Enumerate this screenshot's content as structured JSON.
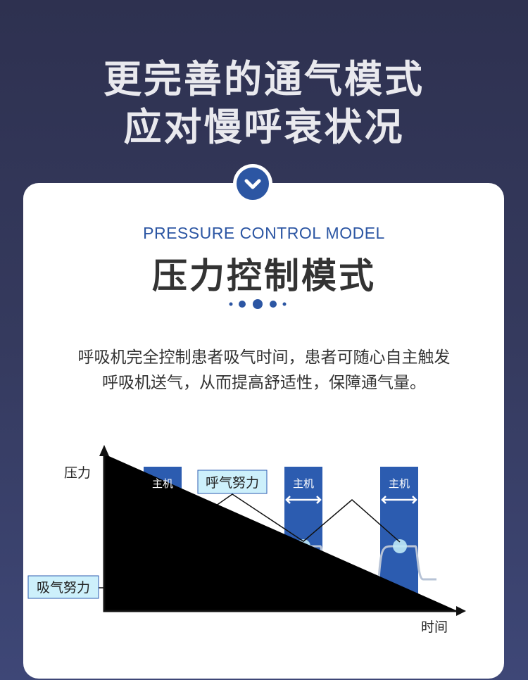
{
  "header": {
    "line1": "更完善的通气模式",
    "line2": "应对慢呼衰状况"
  },
  "badge_icon": "chevron-down-icon",
  "section": {
    "subtitle_en": "PRESSURE CONTROL MODEL",
    "title": "压力控制模式",
    "desc_line1": "呼吸机完全控制患者吸气时间，患者可随心自主触发",
    "desc_line2": "呼吸机送气，从而提高舒适性，保障通气量。"
  },
  "diagram": {
    "y_label": "压力",
    "x_label": "时间",
    "host_label": "主机",
    "exhale_label": "呼气努力",
    "inhale_label": "吸气努力",
    "colors": {
      "bar": "#2c5cb0",
      "label_bg": "#cdf0fb",
      "wave": "#b7c3d6"
    }
  }
}
